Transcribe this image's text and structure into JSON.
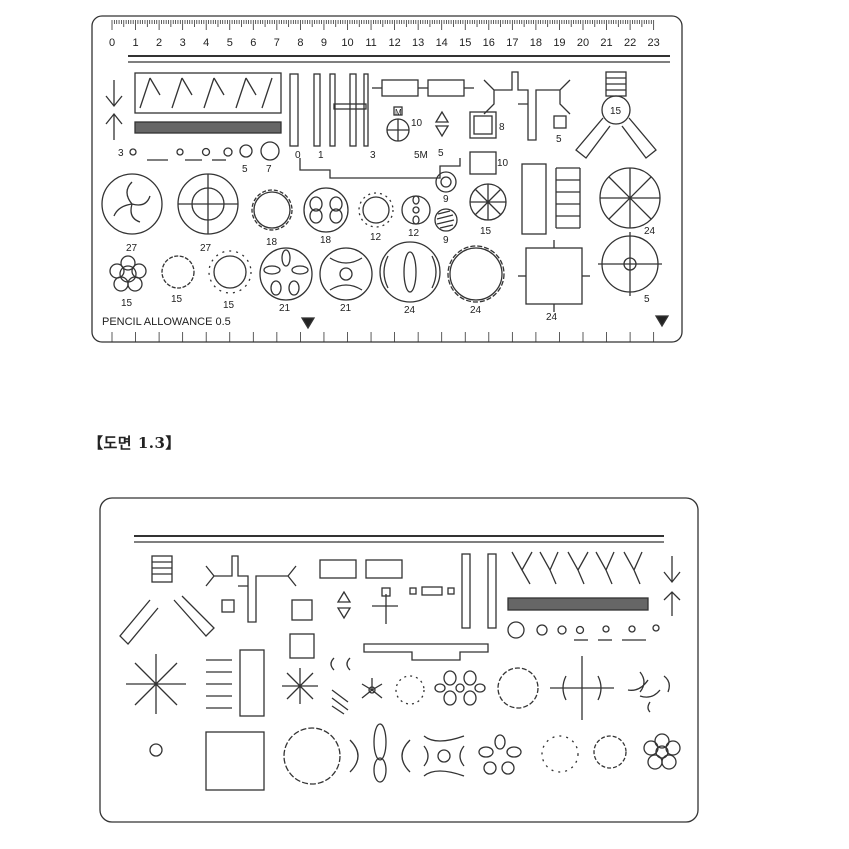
{
  "top_template": {
    "ruler_numbers": [
      "0",
      "1",
      "2",
      "3",
      "4",
      "5",
      "6",
      "7",
      "8",
      "9",
      "10",
      "11",
      "12",
      "13",
      "14",
      "15",
      "16",
      "17",
      "18",
      "19",
      "20",
      "21",
      "22",
      "23"
    ],
    "pencil_allowance": "PENCIL ALLOWANCE  0.5",
    "labels": {
      "l_3": "3",
      "l_5a": "5",
      "l_7": "7",
      "l_0": "0",
      "l_1": "1",
      "l_3b": "3",
      "l_5m": "5M",
      "l_10a": "10",
      "l_5b": "5",
      "l_8": "8",
      "l_5c": "5",
      "l_15top": "15",
      "l_10b": "10",
      "l_27a": "27",
      "l_27b": "27",
      "l_18a": "18",
      "l_18b": "18",
      "l_12a": "12",
      "l_12b": "12",
      "l_9a": "9",
      "l_9b": "9",
      "l_15b": "15",
      "l_24a": "24",
      "l_15c": "15",
      "l_15d": "15",
      "l_15e": "15",
      "l_21a": "21",
      "l_21b": "21",
      "l_24b": "24",
      "l_24c": "24",
      "l_24d": "24",
      "l_5d": "5"
    }
  },
  "caption": "【도면 1.3】"
}
